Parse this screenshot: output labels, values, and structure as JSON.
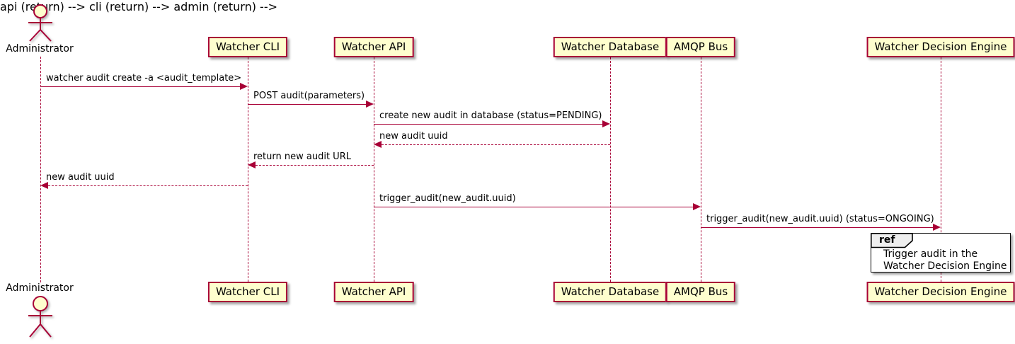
{
  "diagram": {
    "type": "plantuml-sequence",
    "colors": {
      "participant_fill": "#FEFECE",
      "participant_border": "#A80036",
      "line_color": "#A80036",
      "text_color": "#000000",
      "ref_header_fill": "#EEEEEE",
      "ref_border": "#000000"
    },
    "actor": {
      "name": "Administrator"
    },
    "participants": [
      {
        "label": "Watcher CLI"
      },
      {
        "label": "Watcher API"
      },
      {
        "label": "Watcher Database"
      },
      {
        "label": "AMQP Bus"
      },
      {
        "label": "Watcher Decision Engine"
      }
    ],
    "messages": [
      {
        "from": "Administrator",
        "to": "Watcher CLI",
        "style": "solid",
        "label": "watcher audit create -a <audit_template>"
      },
      {
        "from": "Watcher CLI",
        "to": "Watcher API",
        "style": "solid",
        "label": "POST audit(parameters)"
      },
      {
        "from": "Watcher API",
        "to": "Watcher Database",
        "style": "solid",
        "label": "create new audit in database (status=PENDING)"
      },
      {
        "from": "Watcher Database",
        "to": "Watcher API",
        "style": "dashed",
        "label": "new audit uuid"
      },
      {
        "from": "Watcher API",
        "to": "Watcher CLI",
        "style": "dashed",
        "label": "return new audit URL"
      },
      {
        "from": "Watcher CLI",
        "to": "Administrator",
        "style": "dashed",
        "label": "new audit uuid"
      },
      {
        "from": "Watcher API",
        "to": "AMQP Bus",
        "style": "solid",
        "label": "trigger_audit(new_audit.uuid)"
      },
      {
        "from": "AMQP Bus",
        "to": "Watcher Decision Engine",
        "style": "solid",
        "label": "trigger_audit(new_audit.uuid) (status=ONGOING)"
      }
    ],
    "ref": {
      "keyword": "ref",
      "over": "Watcher Decision Engine",
      "lines": [
        "Trigger audit in the",
        "Watcher Decision Engine"
      ]
    }
  }
}
